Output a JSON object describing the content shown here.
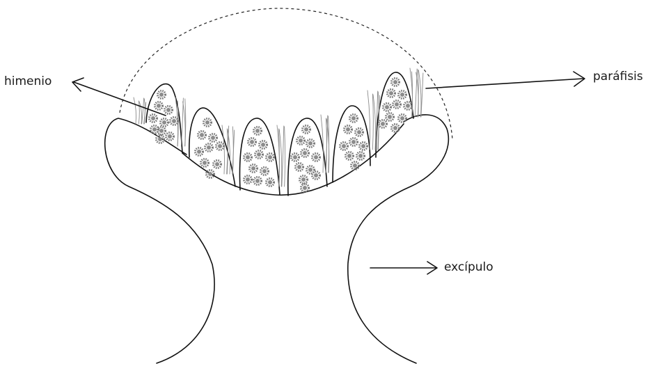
{
  "labels": {
    "himenio": "himenio",
    "parafisis": "paráfisis",
    "excipulo": "excípulo"
  },
  "colors": {
    "ink": "#111111",
    "spores": "#8c8c8c",
    "paraphyses": "#8a8a8a",
    "background": "#ffffff"
  }
}
